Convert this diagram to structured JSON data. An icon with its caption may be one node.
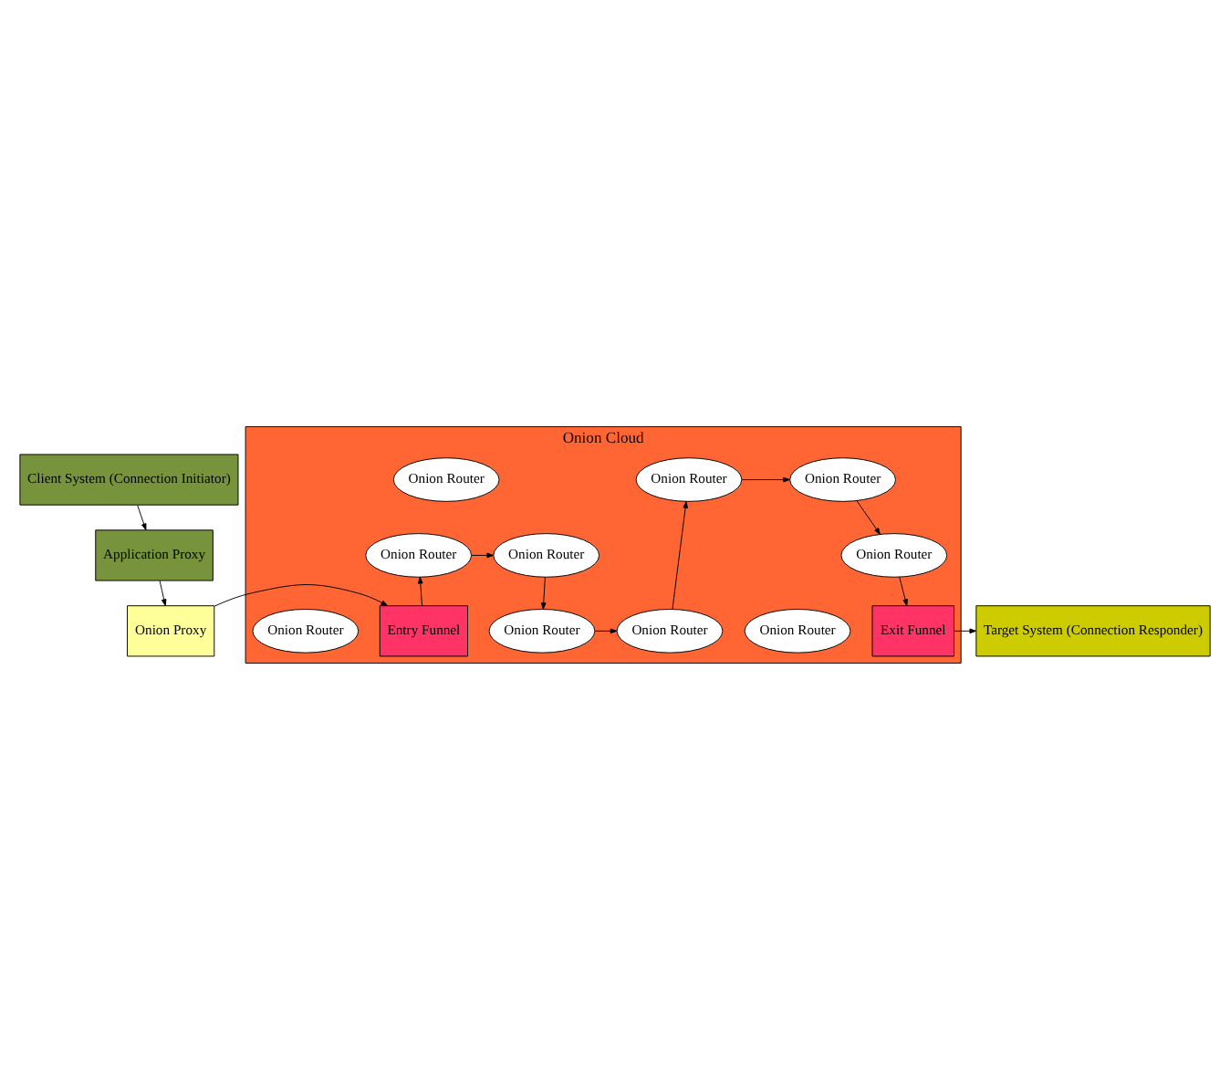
{
  "diagram": {
    "nodes": [
      {
        "text": [
          "Client System (Connection Initiator)"
        ]
      },
      {
        "text": [
          "Application Proxy"
        ]
      },
      {
        "text": [
          "Onion Proxy"
        ]
      },
      {
        "text": [
          "Onion Cloud"
        ]
      },
      {
        "text": [
          "Onion Router"
        ],
        "in": 3
      },
      {
        "text": [
          "Onion Router"
        ],
        "in": 3
      },
      {
        "text": [
          "Onion Router"
        ],
        "in": 3
      },
      {
        "text": [
          "Onion Router"
        ],
        "in": 3
      },
      {
        "text": [
          "Onion Router"
        ],
        "in": 3
      },
      {
        "text": [
          "Onion Router"
        ],
        "in": 3
      },
      {
        "text": [
          "Onion Router"
        ],
        "in": 3
      },
      {
        "text": [
          "Onion Router"
        ],
        "in": 3
      },
      {
        "text": [
          "Onion Router"
        ],
        "in": 3
      },
      {
        "text": [
          "Entry Funnel"
        ],
        "in": 3
      },
      {
        "text": [
          "Onion Router"
        ],
        "in": 3
      },
      {
        "text": [
          "Exit Funnel"
        ],
        "in": 3
      },
      {
        "text": [
          "Target System (Connection Responder)"
        ]
      }
    ],
    "edges": [
      {
        "from": 0,
        "to": 1,
        "arrow": "to"
      },
      {
        "from": 1,
        "to": 2,
        "arrow": "to"
      },
      {
        "from": 2,
        "to": 13,
        "arrow": "to"
      },
      {
        "from": 13,
        "to": 10,
        "arrow": "to"
      },
      {
        "from": 10,
        "to": 11,
        "arrow": "to"
      },
      {
        "from": 11,
        "to": 8,
        "arrow": "to"
      },
      {
        "from": 8,
        "to": 7,
        "arrow": "to"
      },
      {
        "from": 7,
        "to": 4,
        "arrow": "to"
      },
      {
        "from": 4,
        "to": 6,
        "arrow": "to"
      },
      {
        "from": 6,
        "to": 12,
        "arrow": "to"
      },
      {
        "from": 12,
        "to": 15,
        "arrow": "to"
      },
      {
        "from": 15,
        "to": 16,
        "arrow": "to"
      }
    ]
  }
}
